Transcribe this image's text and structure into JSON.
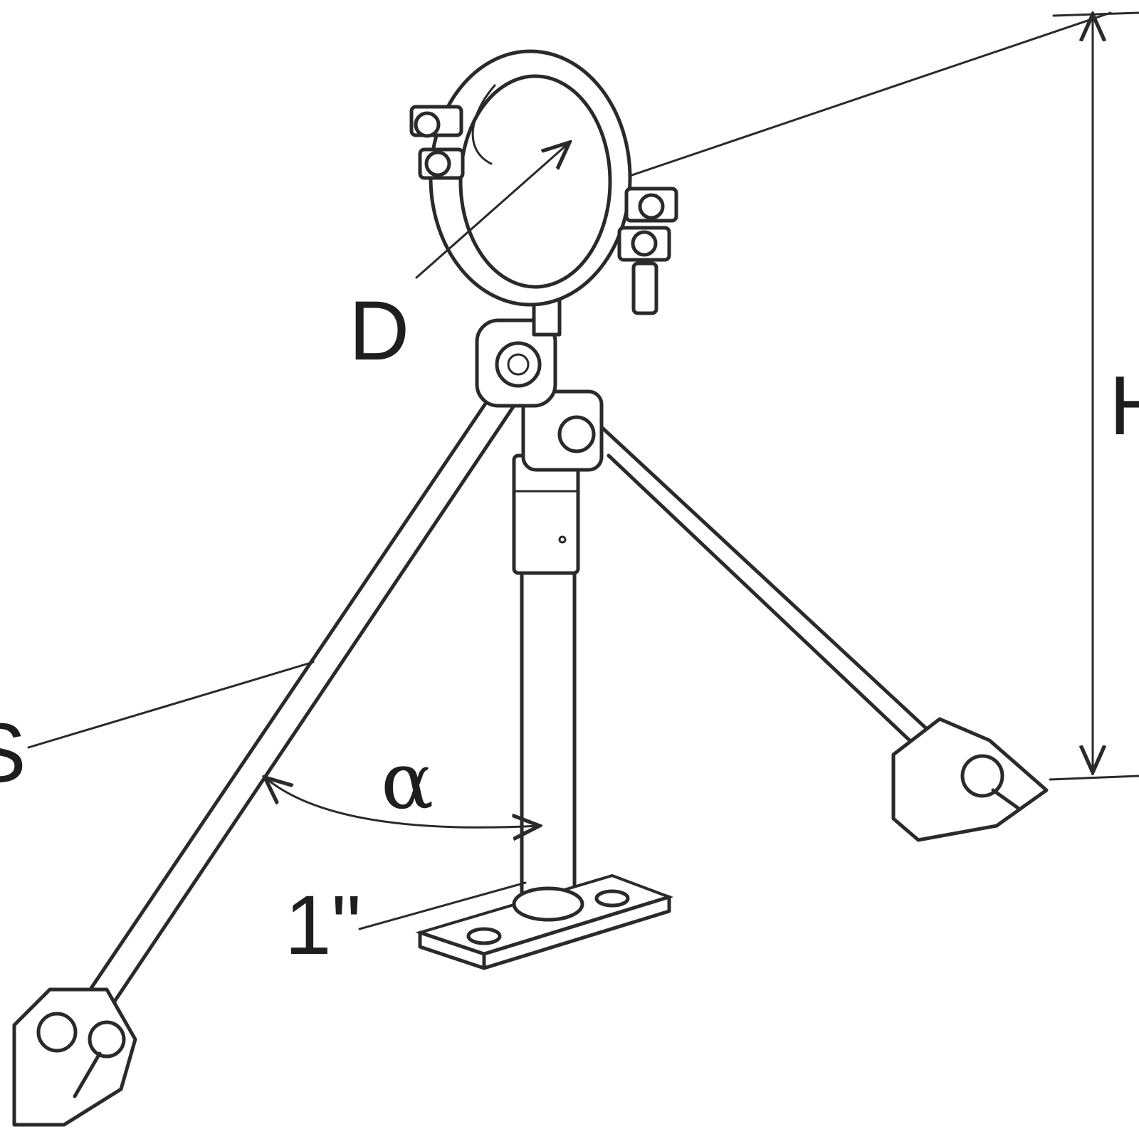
{
  "labels": {
    "diameter": "D",
    "height": "H",
    "strut": "S",
    "angle": "α",
    "thread": "1\""
  },
  "colors": {
    "line": "#2a2a2a",
    "background": "#ffffff"
  }
}
